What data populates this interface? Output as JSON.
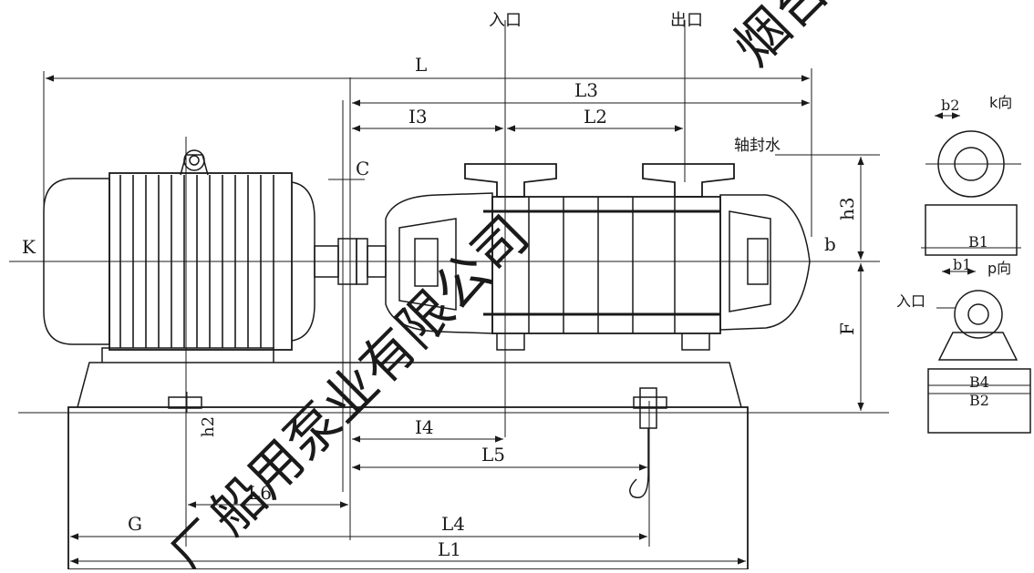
{
  "labels": {
    "inlet_top": "入口",
    "outlet_top": "出口",
    "shaft_seal_water": "轴封水",
    "k_view": "k向",
    "p_view": "p向",
    "inlet_side": "入口"
  },
  "dimensions": {
    "L": "L",
    "L1": "L1",
    "L2": "L2",
    "L3": "L3",
    "L4": "L4",
    "L5": "L5",
    "L6": "L6",
    "I3": "I3",
    "I4": "I4",
    "K": "K",
    "C": "C",
    "G": "G",
    "F": "F",
    "h2": "h2",
    "h3": "h3",
    "b": "b",
    "b1": "b1",
    "b2": "b2",
    "B1": "B1",
    "B2": "B2",
    "B4": "B4"
  },
  "watermark": {
    "line1": "船用泵业有限公司",
    "line2": "烟台",
    "fragment": "厂"
  }
}
